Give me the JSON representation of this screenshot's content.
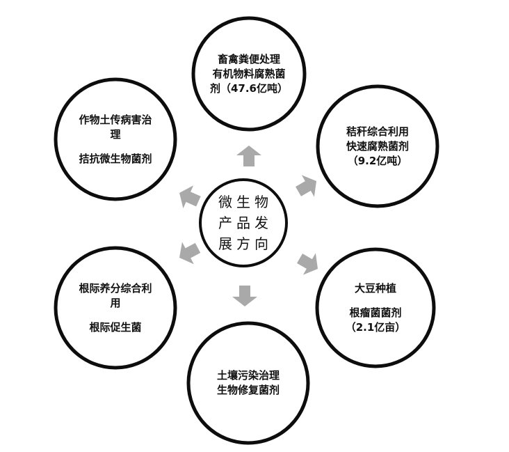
{
  "center": {
    "lines": [
      "微生物",
      "产品发",
      "展方向"
    ]
  },
  "nodes": [
    {
      "id": "top",
      "lines": [
        "畜禽粪便处理",
        "有机物料腐熟菌",
        "剂（47.6亿吨）"
      ]
    },
    {
      "id": "top-left",
      "lines": [
        "作物土传病害治",
        "理",
        "",
        "拮抗微生物菌剂"
      ]
    },
    {
      "id": "top-right",
      "lines": [
        "秸秆综合利用",
        "快速腐熟菌剂",
        "（9.2亿吨）"
      ]
    },
    {
      "id": "bottom-left",
      "lines": [
        "根际养分综合利",
        "用",
        "",
        "根际促生菌"
      ]
    },
    {
      "id": "bottom-right",
      "lines": [
        "大豆种植",
        "",
        "根瘤菌菌剂",
        "（2.1亿亩）"
      ]
    },
    {
      "id": "bottom",
      "lines": [
        "土壤污染治理",
        "生物修复菌剂"
      ]
    }
  ],
  "colors": {
    "circle_stroke": "#0d0d0d",
    "arrow_fill": "#a9a9a9",
    "text": "#111111"
  }
}
